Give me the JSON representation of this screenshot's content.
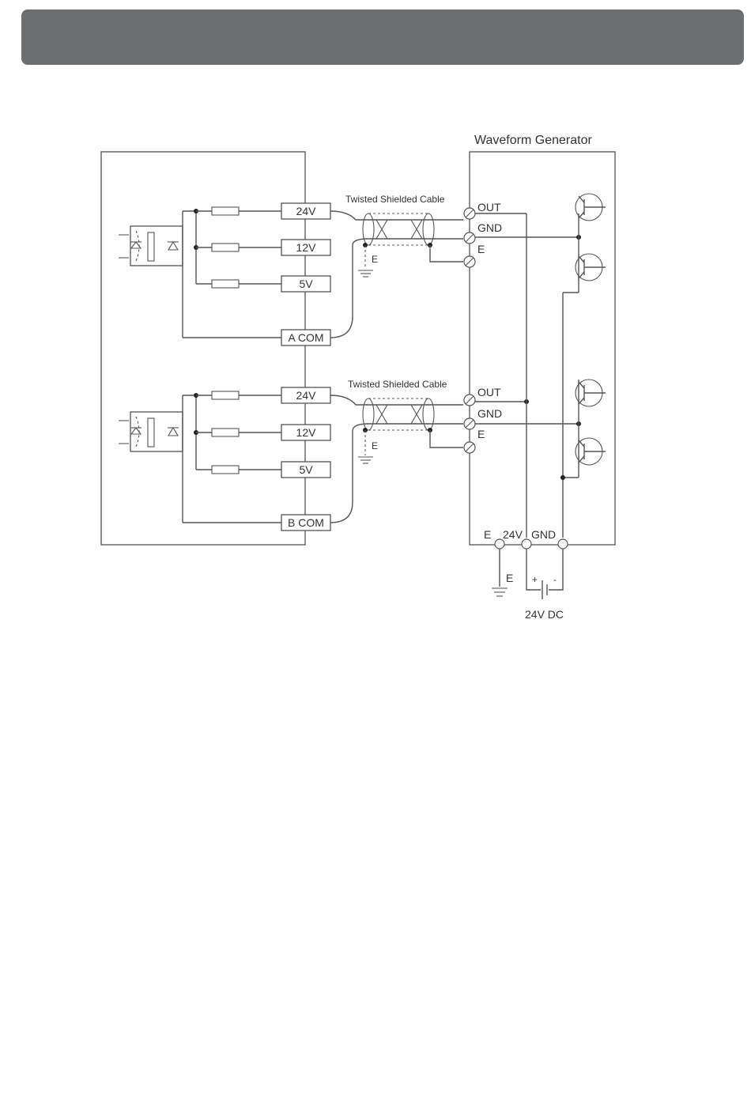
{
  "header": {
    "title": ""
  },
  "diagram": {
    "title": "Waveform Generator",
    "cable_label": "Twisted Shielded Cable",
    "channel_a": {
      "terminals": [
        "24V",
        "12V",
        "5V"
      ],
      "common": "A COM",
      "gen_terminals": [
        "OUT",
        "GND",
        "E"
      ],
      "ground_label": "E"
    },
    "channel_b": {
      "terminals": [
        "24V",
        "12V",
        "5V"
      ],
      "common": "B COM",
      "gen_terminals": [
        "OUT",
        "GND",
        "E"
      ],
      "ground_label": "E"
    },
    "power_terminals": [
      "E",
      "24V",
      "GND"
    ],
    "power_ground_label": "E",
    "supply_plus": "+",
    "supply_minus": "-",
    "supply_label": "24V DC"
  }
}
